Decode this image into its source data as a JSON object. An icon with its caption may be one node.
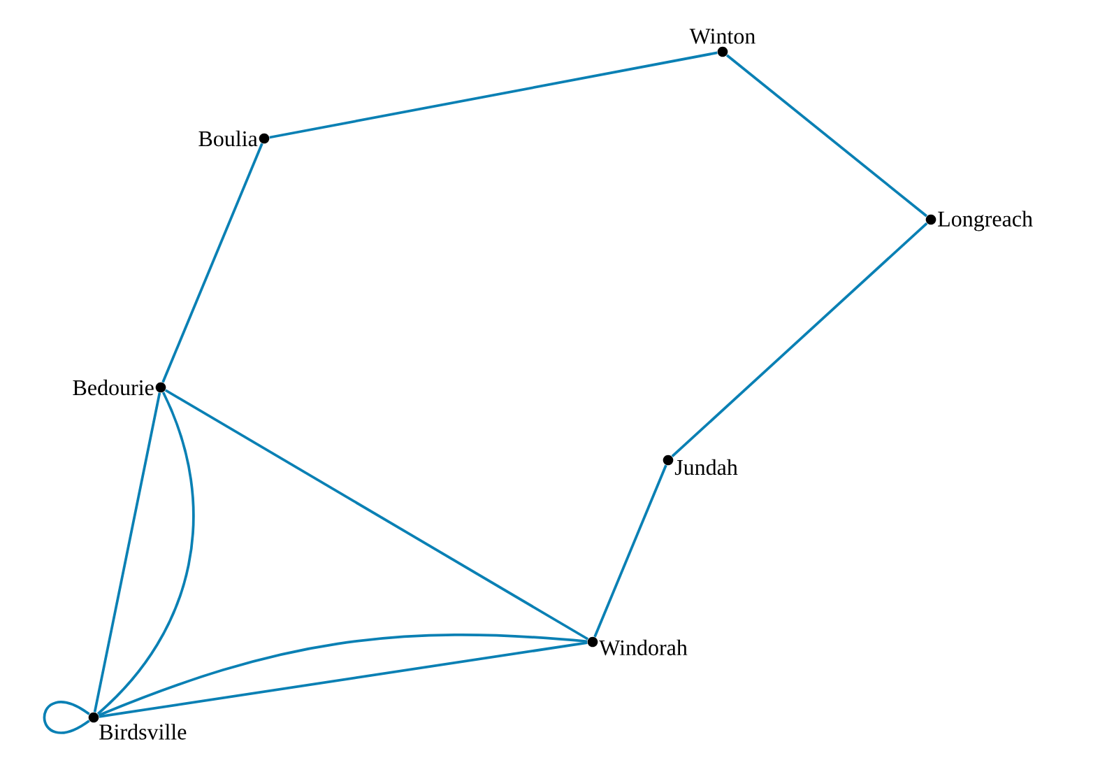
{
  "diagram": {
    "nodes": [
      {
        "text": [
          "Winton"
        ]
      },
      {
        "text": [
          "Boulia"
        ]
      },
      {
        "text": [
          "Longreach"
        ]
      },
      {
        "text": [
          "Bedourie"
        ]
      },
      {
        "text": [
          "Jundah"
        ]
      },
      {
        "text": [
          "Windorah"
        ]
      },
      {
        "text": [
          "Birdsville"
        ]
      }
    ],
    "edges": [
      {
        "from": 1,
        "to": 0,
        "arrow": "none"
      },
      {
        "from": 0,
        "to": 2,
        "arrow": "none"
      },
      {
        "from": 2,
        "to": 4,
        "arrow": "none"
      },
      {
        "from": 4,
        "to": 5,
        "arrow": "none"
      },
      {
        "from": 1,
        "to": 3,
        "arrow": "none"
      },
      {
        "from": 3,
        "to": 6,
        "arrow": "none"
      },
      {
        "from": 3,
        "to": 6,
        "arrow": "none"
      },
      {
        "from": 3,
        "to": 5,
        "arrow": "none"
      },
      {
        "from": 5,
        "to": 6,
        "arrow": "none"
      },
      {
        "from": 5,
        "to": 6,
        "arrow": "none"
      },
      {
        "from": 6,
        "to": 6,
        "arrow": "none"
      }
    ]
  }
}
